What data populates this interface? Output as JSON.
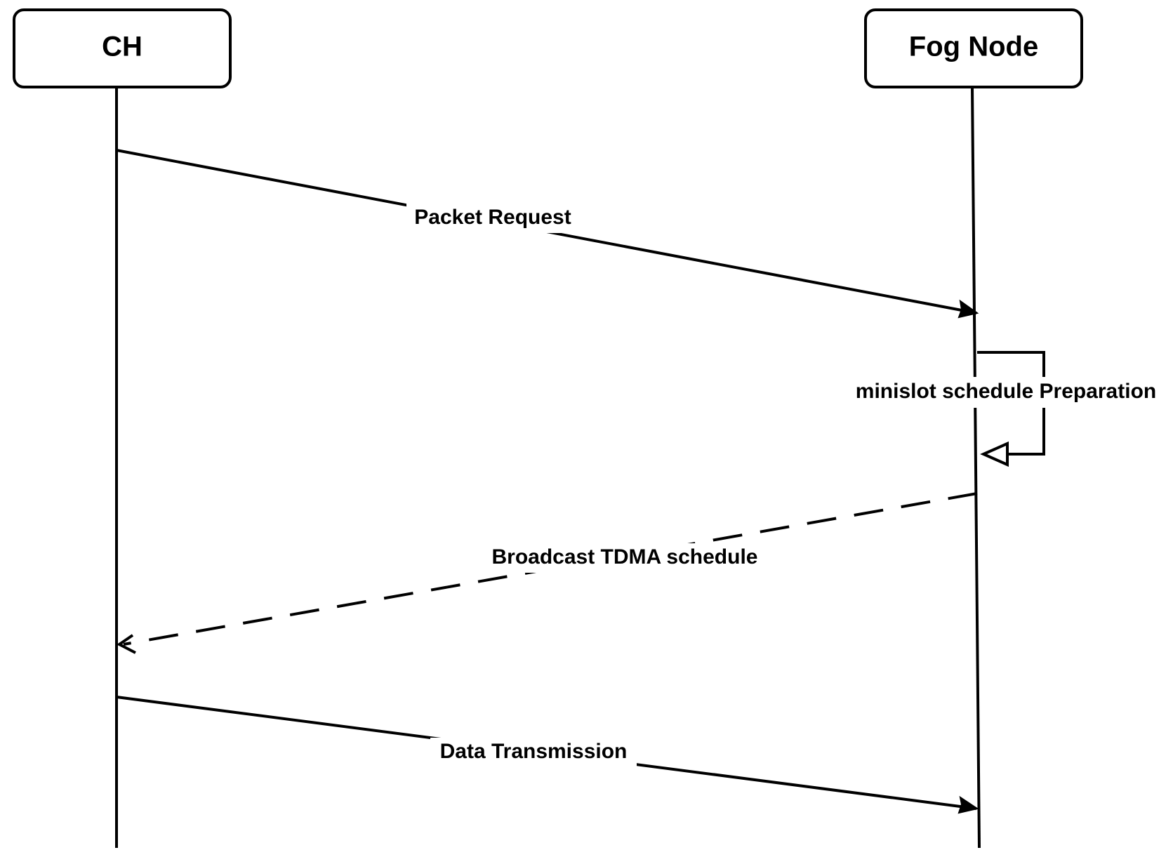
{
  "participants": {
    "ch": {
      "label": "CH"
    },
    "fog_node": {
      "label": "Fog Node"
    }
  },
  "messages": {
    "packet_request": {
      "label": "Packet Request",
      "from": "CH",
      "to": "Fog Node",
      "style": "solid"
    },
    "minislot_prep": {
      "label": "minislot schedule Preparation",
      "from": "Fog Node",
      "to": "Fog Node",
      "style": "self"
    },
    "broadcast": {
      "label": "Broadcast TDMA schedule",
      "from": "Fog Node",
      "to": "CH",
      "style": "dashed"
    },
    "data_tx": {
      "label": "Data Transmission",
      "from": "CH",
      "to": "Fog Node",
      "style": "solid"
    }
  },
  "colors": {
    "stroke": "#000000",
    "background": "#ffffff"
  }
}
